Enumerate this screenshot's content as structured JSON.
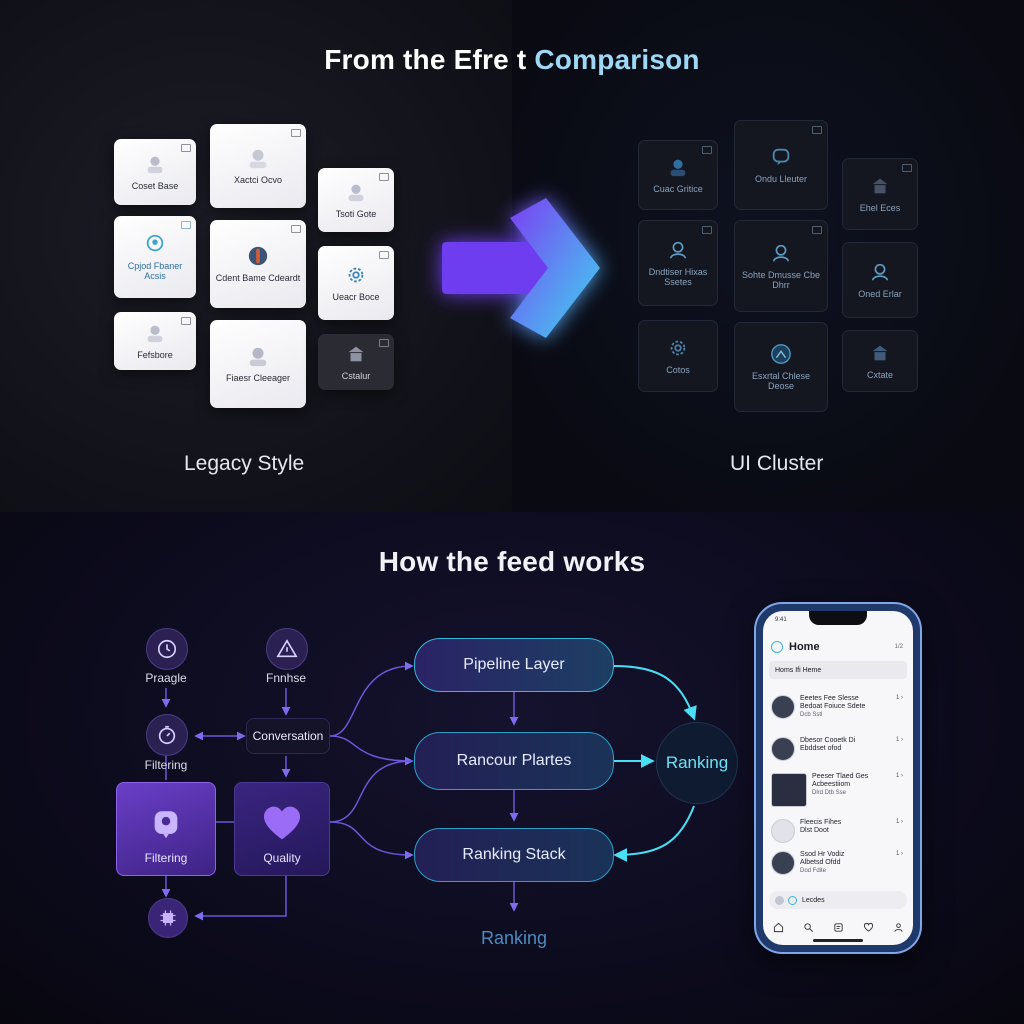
{
  "header": {
    "title_prefix": "From  the Efre t",
    "title_accent": "Comparison"
  },
  "legacy": {
    "label": "Legacy Style",
    "cards": [
      {
        "text": "Coset Base"
      },
      {
        "text": "Xactci Ocvo"
      },
      {
        "text": "Tsoti Gote"
      },
      {
        "text": "Cpjod Fbaner Acsis"
      },
      {
        "text": "Cdent Bame Cdeardt"
      },
      {
        "text": "Ueacr Boce"
      },
      {
        "text": "Fefsbore"
      },
      {
        "text": "Fiaesr Cleeager"
      },
      {
        "text": "Cstalur"
      }
    ]
  },
  "cluster": {
    "label": "UI Cluster",
    "cards": [
      {
        "text": "Cuac Gritice"
      },
      {
        "text": "Ondu Lleuter"
      },
      {
        "text": "Ehel Eces"
      },
      {
        "text": "Dndtiser Hixas Ssetes"
      },
      {
        "text": "Sohte Dmusse Cbe Dhrr"
      },
      {
        "text": "Oned Erlar"
      },
      {
        "text": "Cotos"
      },
      {
        "text": "Esxrtal Chlese Deose"
      },
      {
        "text": "Cxtate"
      }
    ]
  },
  "feed": {
    "title": "How the feed works",
    "nodes": {
      "praagle": "Praagle",
      "fnnhse": "Fnnhse",
      "filtering_small": "Filtering",
      "conversation": "Conversation",
      "filtering_box": "Filtering",
      "quality": "Quality"
    },
    "pills": {
      "pipeline": "Pipeline Layer",
      "rancour": "Rancour Plartes",
      "ranking_stack": "Ranking Stack"
    },
    "ranking_circle": "Ranking",
    "ranking_bottom": "Ranking"
  },
  "phone": {
    "status_left": "9:41",
    "header_title": "Home",
    "header_right": "1/2",
    "search_text": "Homs Ifi Heme",
    "rows": [
      {
        "line1": "Eeetes Fee Slesse",
        "line2": "Bedoat Foiuce Sdete",
        "sub": "Dcb Sstl",
        "time": "1 ›"
      },
      {
        "line1": "Dbesor Cooetk Di",
        "line2": "Ebddset ofod",
        "sub": "",
        "time": "1 ›"
      },
      {
        "line1": "Peeser Tlaed Ges",
        "line2": "Acbeestiiom",
        "sub": "Dlrd Dtb Sse",
        "time": "1 ›"
      },
      {
        "line1": "Fleecis Fihes",
        "line2": "Dlst Doot",
        "sub": "",
        "time": "1 ›"
      },
      {
        "line1": "Ssod Hr Vodiz",
        "line2": "Albetsd Ofdd",
        "sub": "Dod Fdite",
        "time": "1 ›"
      }
    ],
    "composer_text": "Lecdes"
  },
  "colors": {
    "accent_cyan": "#39d3f5",
    "accent_purple": "#7b4cf0",
    "node_purple": "#4a2a94"
  }
}
